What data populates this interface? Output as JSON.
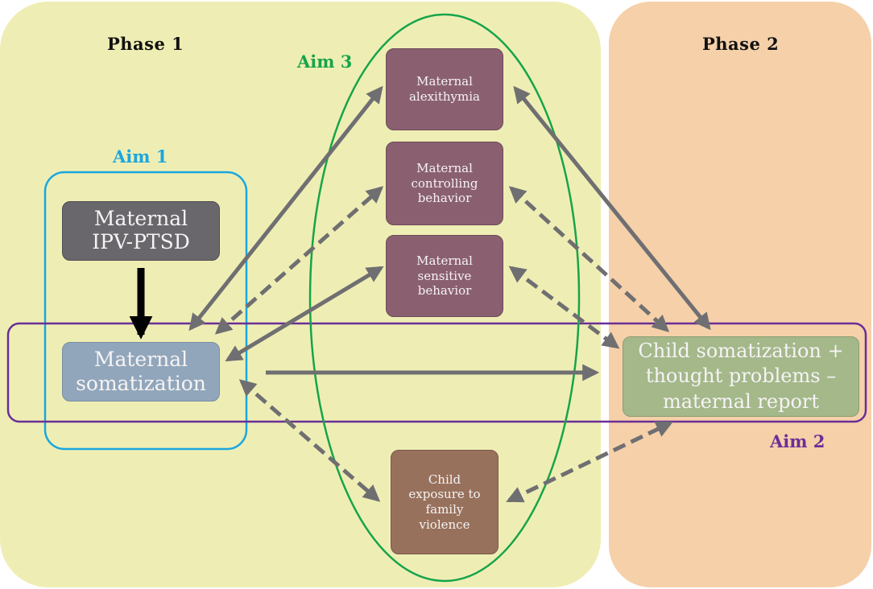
{
  "phases": {
    "phase1_title": "Phase 1",
    "phase2_title": "Phase 2"
  },
  "aims": {
    "aim1": "Aim 1",
    "aim2": "Aim 2",
    "aim3": "Aim 3"
  },
  "nodes": {
    "ipv_ptsd": {
      "line1": "Maternal",
      "line2": "IPV-PTSD"
    },
    "somatization": {
      "line1": "Maternal",
      "line2": "somatization"
    },
    "alexithymia": {
      "line1": "Maternal",
      "line2": "alexithymia"
    },
    "controlling": {
      "line1": "Maternal",
      "line2": "controlling",
      "line3": "behavior"
    },
    "sensitive": {
      "line1": "Maternal",
      "line2": "sensitive",
      "line3": "behavior"
    },
    "exposure": {
      "line1": "Child",
      "line2": "exposure to",
      "line3": "family",
      "line4": "violence"
    },
    "child_outcome": {
      "line1": "Child somatization +",
      "line2": "thought problems –",
      "line3": "maternal report"
    }
  },
  "colors": {
    "phase1_bg": "#eeeeb4",
    "phase2_bg": "#f5d0a9",
    "aim1": "#1aa7e0",
    "aim2": "#6a2e97",
    "aim3": "#17a44a",
    "arrow": "#6f6f72",
    "causal_arrow": "#000000"
  },
  "edges": [
    {
      "from": "ipv_ptsd",
      "to": "somatization",
      "style": "solid",
      "direction": "one-way"
    },
    {
      "from": "somatization",
      "to": "child_outcome",
      "style": "solid",
      "direction": "one-way"
    },
    {
      "from": "somatization",
      "to": "alexithymia",
      "style": "solid",
      "direction": "two-way"
    },
    {
      "from": "somatization",
      "to": "controlling",
      "style": "dashed",
      "direction": "two-way"
    },
    {
      "from": "somatization",
      "to": "sensitive",
      "style": "solid",
      "direction": "two-way"
    },
    {
      "from": "somatization",
      "to": "exposure",
      "style": "dashed",
      "direction": "two-way"
    },
    {
      "from": "alexithymia",
      "to": "child_outcome",
      "style": "solid",
      "direction": "two-way"
    },
    {
      "from": "controlling",
      "to": "child_outcome",
      "style": "dashed",
      "direction": "two-way"
    },
    {
      "from": "sensitive",
      "to": "child_outcome",
      "style": "dashed",
      "direction": "two-way"
    },
    {
      "from": "exposure",
      "to": "child_outcome",
      "style": "dashed",
      "direction": "two-way"
    }
  ]
}
